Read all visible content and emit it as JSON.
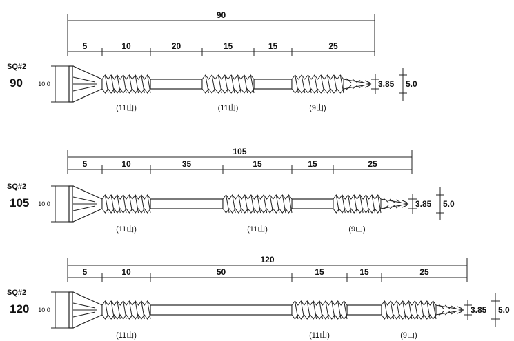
{
  "screws": [
    {
      "drive": "SQ#2",
      "size": "90",
      "head_dim": "10,0",
      "total": "90",
      "segments": [
        "5",
        "10",
        "20",
        "15",
        "15",
        "25"
      ],
      "thread_labels": [
        "(11山)",
        "(11山)",
        "(9山)"
      ],
      "core_dia": "3.85",
      "outer_dia": "5.0"
    },
    {
      "drive": "SQ#2",
      "size": "105",
      "head_dim": "10,0",
      "total": "105",
      "segments": [
        "5",
        "10",
        "35",
        "15",
        "15",
        "25"
      ],
      "thread_labels": [
        "(11山)",
        "(11山)",
        "(9山)"
      ],
      "core_dia": "3.85",
      "outer_dia": "5.0"
    },
    {
      "drive": "SQ#2",
      "size": "120",
      "head_dim": "10,0",
      "total": "120",
      "segments": [
        "5",
        "10",
        "50",
        "15",
        "15",
        "25"
      ],
      "thread_labels": [
        "(11山)",
        "(11山)",
        "(9山)"
      ],
      "core_dia": "3.85",
      "outer_dia": "5.0"
    }
  ]
}
